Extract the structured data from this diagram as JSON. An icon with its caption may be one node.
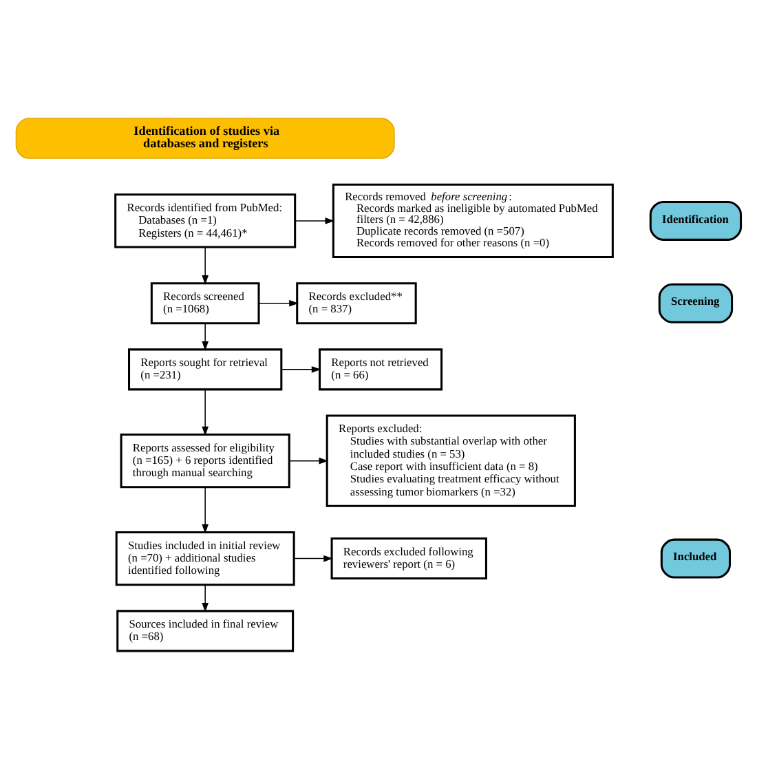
{
  "diagram": {
    "nodes": [
      {
        "text": [
          "Identification of studies via databases and registers"
        ]
      },
      {
        "text": [
          "Identification"
        ]
      },
      {
        "text": [
          "Records identified from PubMed:",
          "Databases (n =1)",
          "Registers (n = 44,461)*"
        ]
      },
      {
        "text": [
          "Records removed *before screening*:",
          "Records marked as ineligible by automated PubMed filters (n = 42,886)",
          "Duplicate records removed (n =507)",
          "Records removed for other reasons (n =0)"
        ]
      },
      {
        "text": [
          "Screening"
        ]
      },
      {
        "text": [
          "Records screened",
          "(n =1068)"
        ]
      },
      {
        "text": [
          "Records excluded**",
          "(n = 837)"
        ]
      },
      {
        "text": [
          "Reports sought for retrieval",
          "(n =231)"
        ]
      },
      {
        "text": [
          "Reports not retrieved",
          "(n = 66)"
        ]
      },
      {
        "text": [
          "Reports assessed for eligibility",
          "(n =165) + 6 reports identified through manual searching"
        ]
      },
      {
        "text": [
          "Reports excluded:",
          "Studies with substantial overlap with other included studies (n = 53)",
          "Case report with insufficient data (n = 8)",
          "Studies evaluating treatment efficacy without assessing tumor biomarkers (n =32)"
        ]
      },
      {
        "text": [
          "Included"
        ]
      },
      {
        "text": [
          "Studies included in initial review (n =70) + additional studies identified following"
        ]
      },
      {
        "text": [
          "Records excluded following reviewers' report (n = 6)"
        ]
      },
      {
        "text": [
          "Sources included in final review",
          "(n =68)"
        ]
      }
    ],
    "edges": [
      {
        "from": 2,
        "to": 3,
        "arrow": "to"
      },
      {
        "from": 2,
        "to": 5,
        "arrow": "to"
      },
      {
        "from": 5,
        "to": 6,
        "arrow": "to"
      },
      {
        "from": 5,
        "to": 7,
        "arrow": "to"
      },
      {
        "from": 7,
        "to": 8,
        "arrow": "to"
      },
      {
        "from": 7,
        "to": 9,
        "arrow": "to"
      },
      {
        "from": 9,
        "to": 10,
        "arrow": "to"
      },
      {
        "from": 9,
        "to": 12,
        "arrow": "to"
      },
      {
        "from": 12,
        "to": 13,
        "arrow": "to"
      },
      {
        "from": 12,
        "to": 14,
        "arrow": "to"
      }
    ]
  }
}
